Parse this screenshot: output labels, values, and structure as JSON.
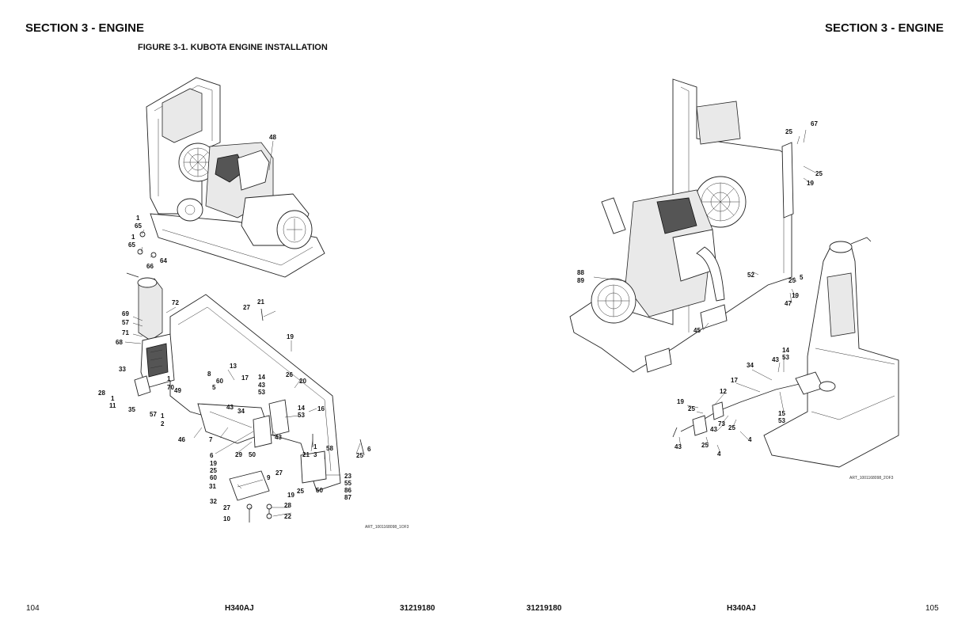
{
  "header": {
    "left": "SECTION 3 - ENGINE",
    "right": "SECTION 3 - ENGINE"
  },
  "figure_title": "FIGURE 3-1. KUBOTA ENGINE INSTALLATION",
  "footer": {
    "left_page": "104",
    "left_model": "H340AJ",
    "left_doc": "31219180",
    "right_doc": "31219180",
    "right_model": "H340AJ",
    "right_page": "105"
  },
  "art_ids": {
    "left": "ART_1001168098_1OF3",
    "right": "ART_1001168098_2OF3"
  },
  "callouts_left": [
    "48",
    "1",
    "65",
    "1",
    "65",
    "64",
    "66",
    "72",
    "27",
    "21",
    "69",
    "57",
    "71",
    "68",
    "19",
    "33",
    "13",
    "8",
    "60",
    "5",
    "17",
    "14",
    "43",
    "53",
    "26",
    "20",
    "28",
    "1",
    "11",
    "1",
    "70",
    "49",
    "35",
    "57",
    "1",
    "2",
    "43",
    "34",
    "14",
    "53",
    "16",
    "46",
    "7",
    "43",
    "6",
    "19",
    "25",
    "60",
    "29",
    "50",
    "9",
    "27",
    "21",
    "1",
    "3",
    "58",
    "25",
    "6",
    "31",
    "32",
    "27",
    "10",
    "28",
    "22",
    "19",
    "25",
    "50",
    "23",
    "55",
    "86",
    "87"
  ],
  "callouts_right": [
    "67",
    "25",
    "25",
    "19",
    "88",
    "89",
    "52",
    "25",
    "5",
    "19",
    "47",
    "45",
    "14",
    "53",
    "43",
    "34",
    "17",
    "12",
    "19",
    "25",
    "15",
    "53",
    "73",
    "43",
    "25",
    "4",
    "43",
    "25",
    "4"
  ]
}
